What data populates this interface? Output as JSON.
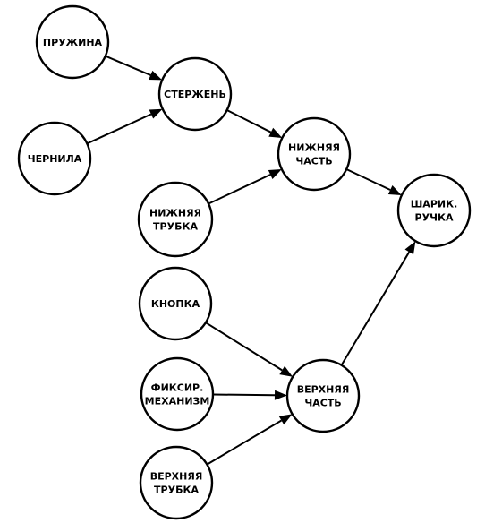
{
  "diagram": {
    "nodes": [
      {
        "id": "spring",
        "lines": [
          "ПРУЖИНА"
        ]
      },
      {
        "id": "ink",
        "lines": [
          "ЧЕРНИЛА"
        ]
      },
      {
        "id": "rod",
        "lines": [
          "СТЕРЖЕНЬ"
        ]
      },
      {
        "id": "lower-tube",
        "lines": [
          "НИЖНЯЯ",
          "ТРУБКА"
        ]
      },
      {
        "id": "lower-part",
        "lines": [
          "НИЖНЯЯ",
          "ЧАСТЬ"
        ]
      },
      {
        "id": "ballpoint-pen",
        "lines": [
          "ШАРИК.",
          "РУЧКА"
        ]
      },
      {
        "id": "button",
        "lines": [
          "КНОПКА"
        ]
      },
      {
        "id": "lock-mechanism",
        "lines": [
          "ФИКСИР.",
          "МЕХАНИЗМ"
        ]
      },
      {
        "id": "upper-tube",
        "lines": [
          "ВЕРХНЯЯ",
          "ТРУБКА"
        ]
      },
      {
        "id": "upper-part",
        "lines": [
          "ВЕРХНЯЯ",
          "ЧАСТЬ"
        ]
      }
    ],
    "edges": [
      {
        "from": "spring",
        "to": "rod"
      },
      {
        "from": "ink",
        "to": "rod"
      },
      {
        "from": "rod",
        "to": "lower-part"
      },
      {
        "from": "lower-tube",
        "to": "lower-part"
      },
      {
        "from": "lower-part",
        "to": "ballpoint-pen"
      },
      {
        "from": "button",
        "to": "upper-part"
      },
      {
        "from": "lock-mechanism",
        "to": "upper-part"
      },
      {
        "from": "upper-tube",
        "to": "upper-part"
      },
      {
        "from": "upper-part",
        "to": "ballpoint-pen"
      }
    ]
  }
}
